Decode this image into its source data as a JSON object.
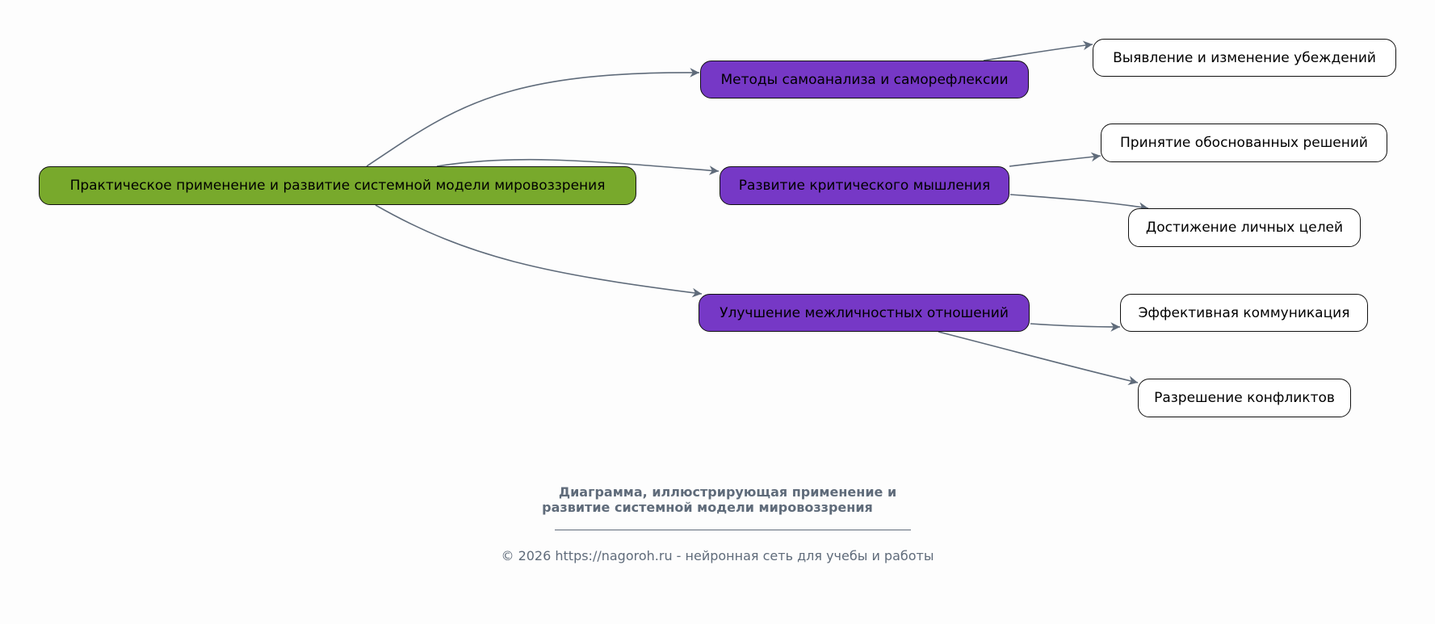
{
  "colors": {
    "edge": "#5f6b7a",
    "root": "#78a92c",
    "branch": "#7638c6",
    "leaf": "#ffffff"
  },
  "nodes": {
    "root": "Практическое применение и развитие системной модели мировоззрения",
    "b1": "Методы самоанализа и саморефлексии",
    "b2": "Развитие критического мышления",
    "b3": "Улучшение межличностных отношений",
    "l1": "Выявление и изменение убеждений",
    "l2": "Принятие обоснованных решений",
    "l3": "Достижение личных целей",
    "l4": "Эффективная коммуникация",
    "l5": "Разрешение конфликтов"
  },
  "edges": [
    {
      "from": "root",
      "to": "b1"
    },
    {
      "from": "root",
      "to": "b2"
    },
    {
      "from": "root",
      "to": "b3"
    },
    {
      "from": "b1",
      "to": "l1"
    },
    {
      "from": "b2",
      "to": "l2"
    },
    {
      "from": "b2",
      "to": "l3"
    },
    {
      "from": "b3",
      "to": "l4"
    },
    {
      "from": "b3",
      "to": "l5"
    }
  ],
  "caption": {
    "title_line1": "Диаграмма, иллюстрирующая применение и",
    "title_line2": "развитие системной модели мировоззрения",
    "footer": "© 2026 https://nagoroh.ru - нейронная сеть для учебы и работы"
  }
}
